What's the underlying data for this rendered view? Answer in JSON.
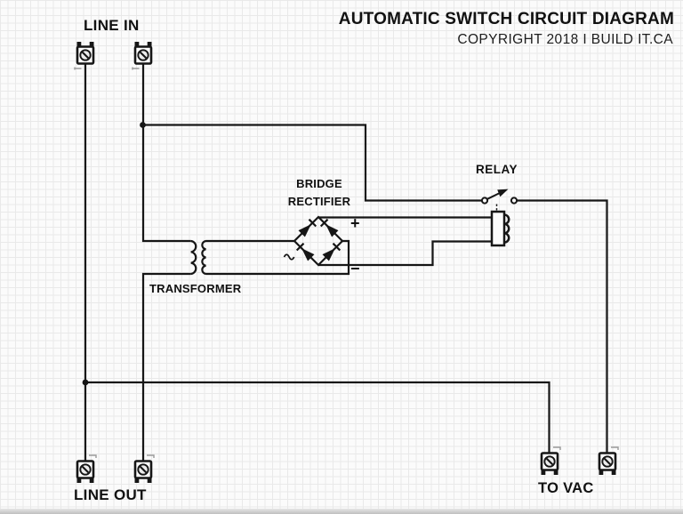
{
  "header": {
    "title": "AUTOMATIC SWITCH CIRCUIT DIAGRAM",
    "copyright": "COPYRIGHT 2018 I BUILD IT.CA"
  },
  "diagram": {
    "labels": {
      "line_in": "LINE IN",
      "line_out": "LINE OUT",
      "to_vac": "TO VAC",
      "transformer": "TRANSFORMER",
      "bridge_rectifier_line1": "BRIDGE",
      "bridge_rectifier_line2": "RECTIFIER",
      "relay": "RELAY",
      "dc_plus": "+",
      "dc_minus": "−"
    },
    "icons": {
      "terminal": "screw-terminal-icon",
      "ac_input": "sine-wave-icon",
      "relay_switch": "spst-switch-symbol",
      "relay_coil": "coil-symbol",
      "transformer": "transformer-windings-symbol",
      "bridge_rectifier": "diode-bridge-symbol",
      "junction": "junction-dot"
    },
    "colors": {
      "wire": "#161616",
      "text": "#111111",
      "background": "#fbfbfb",
      "grid_line": "#e9e9e9"
    }
  }
}
